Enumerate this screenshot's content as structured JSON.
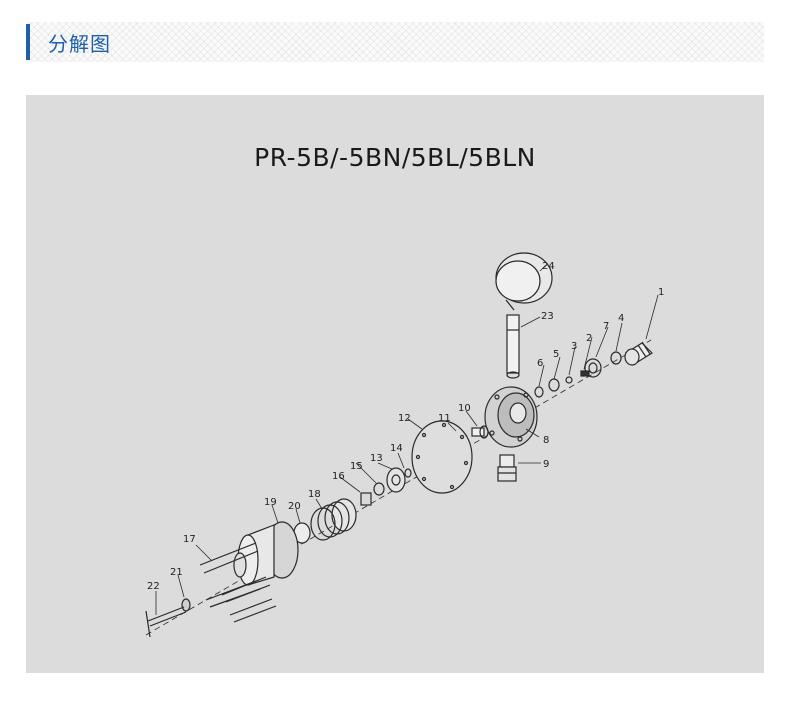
{
  "header": {
    "title": "分解图",
    "accent_color": "#1f5fa8"
  },
  "diagram": {
    "model_title": "PR-5B/-5BN/5BL/5BLN",
    "background_color": "#dcdcdc",
    "part_numbers": [
      "1",
      "2",
      "3",
      "4",
      "5",
      "6",
      "7",
      "8",
      "9",
      "10",
      "11",
      "12",
      "13",
      "14",
      "15",
      "16",
      "17",
      "18",
      "19",
      "20",
      "21",
      "22",
      "23",
      "24"
    ]
  }
}
